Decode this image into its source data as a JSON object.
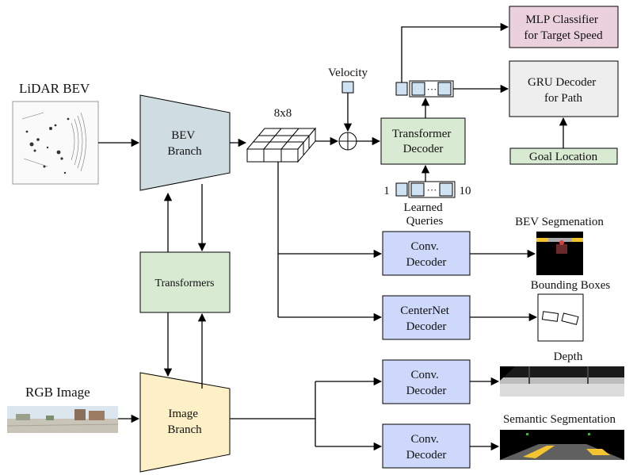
{
  "diagram": {
    "lidar_label": "LiDAR BEV",
    "rgb_label": "RGB Image",
    "bev_branch": [
      "BEV",
      "Branch"
    ],
    "image_branch": [
      "Image",
      "Branch"
    ],
    "transformers": "Transformers",
    "grid_label": "8x8",
    "velocity": "Velocity",
    "transformer_decoder": [
      "Transformer",
      "Decoder"
    ],
    "query_start": "1",
    "query_end": "10",
    "learned_queries": [
      "Learned",
      "Queries"
    ],
    "mlp_classifier": [
      "MLP Classifier",
      "for Target Speed"
    ],
    "gru_decoder": [
      "GRU Decoder",
      "for Path"
    ],
    "goal_location": "Goal Location",
    "conv_decoder": [
      "Conv.",
      "Decoder"
    ],
    "centernet_decoder": [
      "CenterNet",
      "Decoder"
    ],
    "bev_segmentation": "BEV Segmenation",
    "bounding_boxes": "Bounding Boxes",
    "depth": "Depth",
    "semantic_segmentation": "Semantic Segmentation",
    "ellipsis": "···",
    "colors": {
      "bev_branch": "#cfdde3",
      "image_branch": "#fdf0c6",
      "green": "#d9ead3",
      "blue": "#cdd8fa",
      "pink": "#ead1dc",
      "grey": "#eeeeee",
      "query": "#cfe2f3"
    }
  }
}
